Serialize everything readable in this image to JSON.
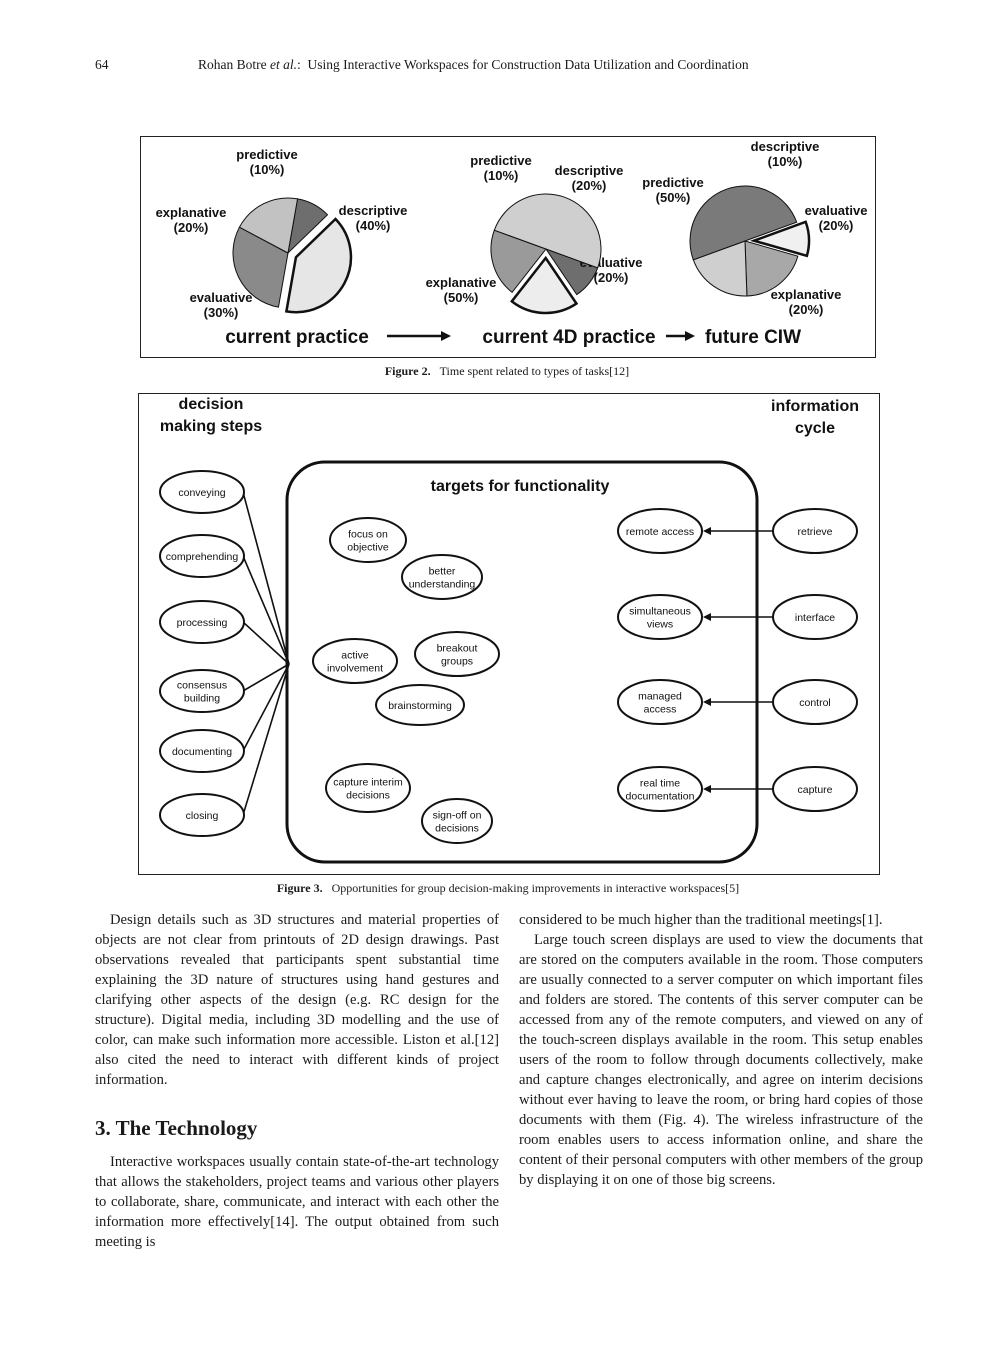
{
  "header": {
    "page_number": "64",
    "authors_prefix": "Rohan Botre ",
    "authors_etal": "et al.",
    "authors_suffix": ":",
    "title": "Using Interactive Workspaces for Construction Data Utilization and Coordination"
  },
  "figure2": {
    "caption_label": "Figure 2.",
    "caption_text": "Time spent related to types of tasks[12]",
    "arrow_symbol": "→",
    "chart_data": [
      {
        "type": "pie",
        "title": "current practice",
        "categories": [
          "predictive",
          "descriptive",
          "evaluative",
          "explanative"
        ],
        "values": [
          10,
          40,
          30,
          20
        ],
        "labels": [
          "(10%)",
          "(40%)",
          "(30%)",
          "(20%)"
        ],
        "colors": [
          "#6e6e6e",
          "#e6e6e6",
          "#8a8a8a",
          "#c2c2c2"
        ],
        "exploded": "descriptive"
      },
      {
        "type": "pie",
        "title": "current 4D practice",
        "categories": [
          "predictive",
          "descriptive",
          "evaluative",
          "explanative"
        ],
        "values": [
          10,
          20,
          20,
          50
        ],
        "labels": [
          "(10%)",
          "(20%)",
          "(20%)",
          "(50%)"
        ],
        "colors": [
          "#6e6e6e",
          "#ededed",
          "#9a9a9a",
          "#cfcfcf"
        ],
        "exploded": "descriptive"
      },
      {
        "type": "pie",
        "title": "future CIW",
        "categories": [
          "descriptive",
          "evaluative",
          "explanative",
          "predictive"
        ],
        "values": [
          10,
          20,
          20,
          50
        ],
        "labels": [
          "(10%)",
          "(20%)",
          "(20%)",
          "(50%)"
        ],
        "colors": [
          "#f0f0f0",
          "#a8a8a8",
          "#cfcfcf",
          "#7a7a7a"
        ],
        "exploded": "descriptive"
      }
    ]
  },
  "figure3": {
    "caption_label": "Figure 3.",
    "caption_text": "Opportunities for group decision-making improvements in interactive workspaces[5]",
    "left_heading": [
      "decision",
      "making steps"
    ],
    "right_heading": [
      "information",
      "cycle"
    ],
    "center_heading": "targets for functionality",
    "decision_steps": [
      [
        "conveying"
      ],
      [
        "comprehending"
      ],
      [
        "processing"
      ],
      [
        "consensus",
        "building"
      ],
      [
        "documenting"
      ],
      [
        "closing"
      ]
    ],
    "targets": [
      [
        "focus on",
        "objective"
      ],
      [
        "better",
        "understanding"
      ],
      [
        "active",
        "involvement"
      ],
      [
        "breakout",
        "groups"
      ],
      [
        "brainstorming"
      ],
      [
        "capture interim",
        "decisions"
      ],
      [
        "sign-off on",
        "decisions"
      ]
    ],
    "info_targets": [
      [
        "remote access"
      ],
      [
        "simultaneous",
        "views"
      ],
      [
        "managed",
        "access"
      ],
      [
        "real time",
        "documentation"
      ]
    ],
    "info_cycle": [
      [
        "retrieve"
      ],
      [
        "interface"
      ],
      [
        "control"
      ],
      [
        "capture"
      ]
    ]
  },
  "body": {
    "left_para1": "Design details such as 3D structures and material properties of objects are not clear from printouts of 2D design drawings. Past observations revealed that participants spent substantial time explaining the 3D nature of structures using hand gestures and clarifying other aspects of the design (e.g. RC design for the structure). Digital media, including 3D modelling and the use of color, can make such information more accessible. Liston et al.[12] also cited the need to interact with different kinds of project information.",
    "section_heading": "3. The Technology",
    "left_para2": "Interactive workspaces usually contain state-of-the-art technology that allows the stakeholders, project teams and various other players to collaborate, share, communicate, and interact with each other the information more effectively[14]. The output obtained from such meeting is",
    "right_para1": "considered to be much higher than the traditional meetings[1].",
    "right_para2": "Large touch screen displays are used to view the documents that are stored on the computers available in the room. Those computers are usually connected to a server computer on which important files and folders are stored. The contents of this server computer can be accessed from any of the remote computers, and viewed on any of the touch-screen displays available in the room. This setup enables users of the room to follow through documents collectively, make and capture changes electronically, and agree on interim decisions without ever having to leave the room, or bring hard copies of those documents with them (Fig. 4). The wireless infrastructure of the room enables users to access information online, and share the content of their personal computers with other members of the group by displaying it on one of those big screens."
  }
}
